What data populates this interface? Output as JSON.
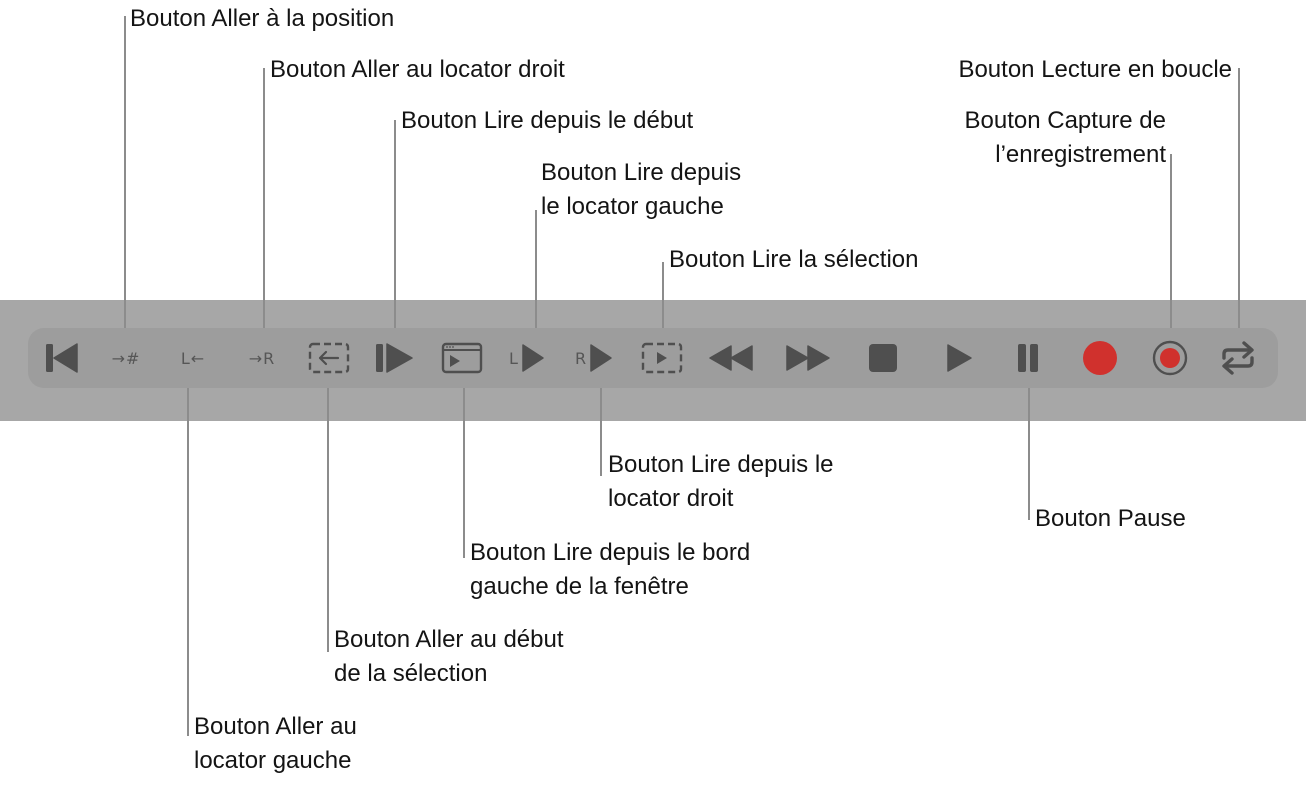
{
  "colors": {
    "band": "#a7a7a7",
    "toolbar": "#9d9d9d",
    "icon": "#4f4f4f",
    "record": "#d0312d",
    "callout_line": "#8c8c8c"
  },
  "toolbar": {
    "buttons": [
      {
        "id": "go-to-beginning",
        "icon": "skip-to-start-icon"
      },
      {
        "id": "go-to-position",
        "icon": "arrow-hash-icon",
        "text": "→#"
      },
      {
        "id": "go-to-left-locator",
        "icon": "l-arrow-left-icon",
        "text": "L←"
      },
      {
        "id": "go-to-right-locator",
        "icon": "arrow-r-icon",
        "text": "→R"
      },
      {
        "id": "go-to-selection-start",
        "icon": "dashed-box-arrow-left-icon"
      },
      {
        "id": "play-from-beginning",
        "icon": "bar-play-icon"
      },
      {
        "id": "play-from-window-left-edge",
        "icon": "window-play-icon"
      },
      {
        "id": "play-from-left-locator",
        "icon": "l-play-icon",
        "text": "L"
      },
      {
        "id": "play-from-right-locator",
        "icon": "r-play-icon",
        "text": "R"
      },
      {
        "id": "play-selection",
        "icon": "dashed-box-play-icon"
      },
      {
        "id": "rewind",
        "icon": "rewind-icon"
      },
      {
        "id": "fast-forward",
        "icon": "fast-forward-icon"
      },
      {
        "id": "stop",
        "icon": "stop-icon"
      },
      {
        "id": "play",
        "icon": "play-icon"
      },
      {
        "id": "pause",
        "icon": "pause-icon"
      },
      {
        "id": "record",
        "icon": "record-icon"
      },
      {
        "id": "capture-recording",
        "icon": "capture-record-icon"
      },
      {
        "id": "cycle",
        "icon": "loop-icon"
      }
    ]
  },
  "callouts": {
    "go_to_position": "Bouton Aller à la position",
    "go_to_right_locator": "Bouton Aller au locator droit",
    "play_from_beginning": "Bouton Lire depuis le début",
    "play_from_left_locator": [
      "Bouton Lire depuis",
      "le locator gauche"
    ],
    "play_selection": "Bouton Lire la sélection",
    "cycle": "Bouton Lecture en boucle",
    "capture_recording": [
      "Bouton Capture de",
      "l’enregistrement"
    ],
    "play_from_right_locator": [
      "Bouton Lire depuis le",
      "locator droit"
    ],
    "pause": "Bouton Pause",
    "play_from_window_left_edge": [
      "Bouton Lire depuis le bord",
      "gauche de la fenêtre"
    ],
    "go_to_selection_start": [
      "Bouton Aller au début",
      "de la sélection"
    ],
    "go_to_left_locator": [
      "Bouton Aller au",
      "locator gauche"
    ]
  }
}
